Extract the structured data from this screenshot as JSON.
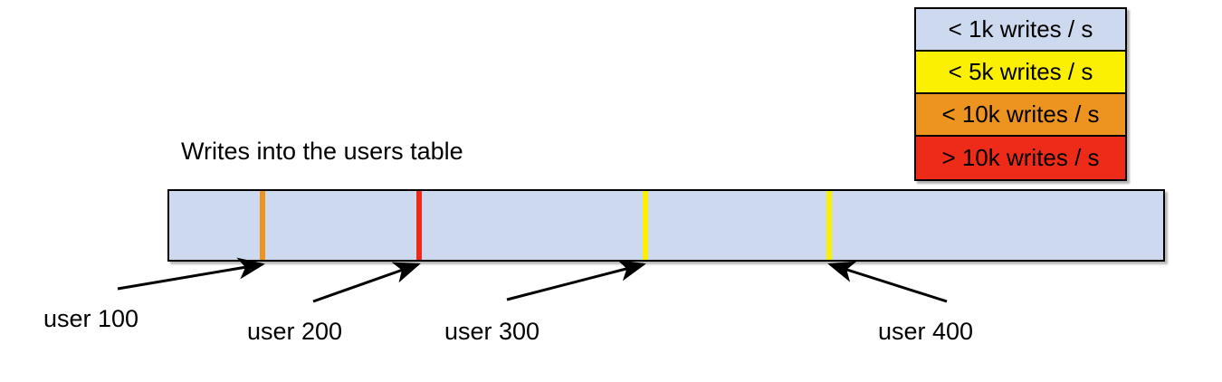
{
  "chart_data": {
    "type": "bar",
    "title": "Writes into the users table",
    "xlabel": "",
    "ylabel": "",
    "description": "A single horizontal range bar representing the users table, shaded by write throughput, with vertical markers at user-id boundaries.",
    "base_color": "#ccd9ee",
    "categories": [
      "user 100",
      "user 200",
      "user 300",
      "user 400"
    ],
    "values": [
      "< 10k writes / s",
      "> 10k writes / s",
      "< 5k writes / s",
      "< 5k writes / s"
    ],
    "markers": [
      {
        "label": "user 100",
        "position_pct": 9.5,
        "color": "#ed9420",
        "tier": "< 10k writes / s"
      },
      {
        "label": "user 200",
        "position_pct": 25.1,
        "color": "#ee2b19",
        "tier": "> 10k writes / s"
      },
      {
        "label": "user 300",
        "position_pct": 47.8,
        "color": "#fbf000",
        "tier": "< 5k writes / s"
      },
      {
        "label": "user 400",
        "position_pct": 66.2,
        "color": "#fbf000",
        "tier": "< 5k writes / s"
      }
    ],
    "legend_position": "top-right",
    "grid": false
  },
  "legend": {
    "title": "",
    "rows": [
      {
        "label": "< 1k writes / s",
        "color": "#ccd9ee"
      },
      {
        "label": "< 5k writes / s",
        "color": "#fbf000"
      },
      {
        "label": "< 10k writes / s",
        "color": "#ed9420"
      },
      {
        "label": "> 10k writes / s",
        "color": "#ee2b19"
      }
    ]
  },
  "bar": {
    "fill_color": "#ccd9ee",
    "border_color": "#000000"
  },
  "labels": {
    "user_100": "user 100",
    "user_200": "user 200",
    "user_300": "user 300",
    "user_400": "user 400"
  }
}
